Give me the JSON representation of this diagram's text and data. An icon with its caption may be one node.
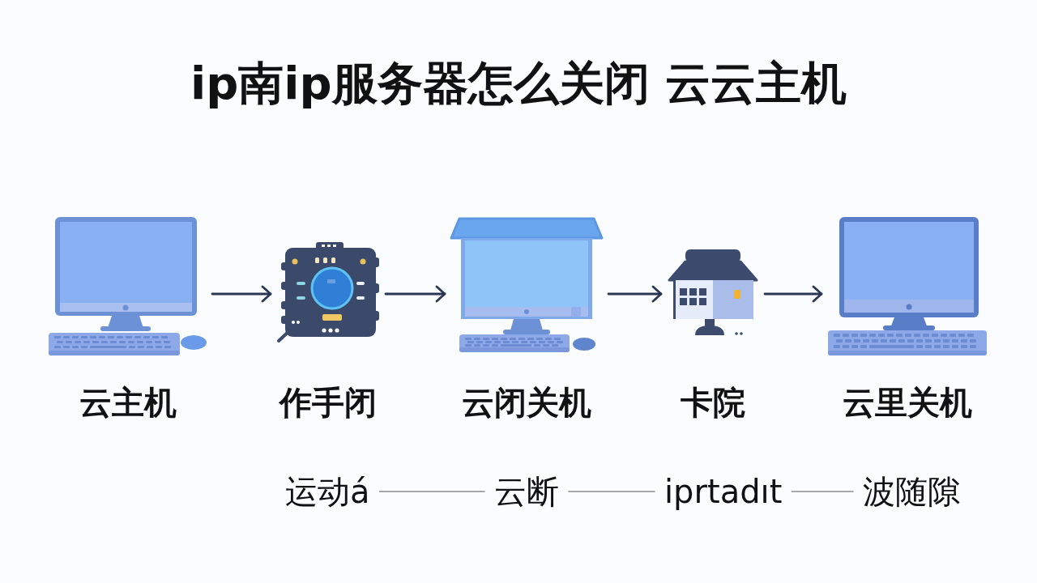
{
  "diagram": {
    "title": "ip南ip服务器怎么关闭 云云主机",
    "nodes": [
      {
        "text": [
          "云主机"
        ]
      },
      {
        "text": [
          "作手闭"
        ]
      },
      {
        "text": [
          "云闭关机"
        ]
      },
      {
        "text": [
          "卡院"
        ]
      },
      {
        "text": [
          "云里关机"
        ]
      },
      {
        "text": [
          "运动á"
        ]
      },
      {
        "text": [
          "云断"
        ]
      },
      {
        "text": [
          "iprtadıt"
        ]
      },
      {
        "text": [
          "波随隙"
        ]
      }
    ],
    "edges": [
      {
        "from": 0,
        "to": 1,
        "arrow": "to"
      },
      {
        "from": 1,
        "to": 2,
        "arrow": "to"
      },
      {
        "from": 2,
        "to": 3,
        "arrow": "to"
      },
      {
        "from": 3,
        "to": 4,
        "arrow": "to"
      },
      {
        "from": 5,
        "to": 6,
        "arrow": "none",
        "color": "#8c8c8c"
      },
      {
        "from": 6,
        "to": 7,
        "arrow": "none",
        "color": "#8c8c8c"
      },
      {
        "from": 7,
        "to": 8,
        "arrow": "none",
        "color": "#8c8c8c"
      }
    ]
  }
}
